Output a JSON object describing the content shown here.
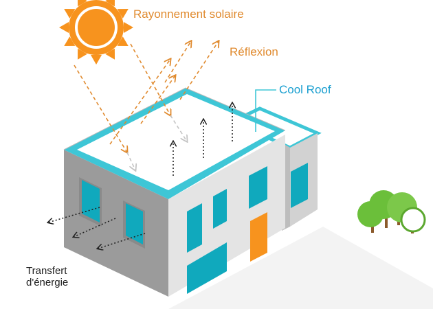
{
  "labels": {
    "solar_radiation": "Rayonnement solaire",
    "reflection": "Réflexion",
    "cool_roof": "Cool Roof",
    "energy_transfer_line1": "Transfert",
    "energy_transfer_line2": "d'énergie"
  },
  "colors": {
    "sun": "#f7931e",
    "arrow_orange": "#e08a2e",
    "arrow_gray": "#c8c8c8",
    "cool_roof_teal": "#3ec6d6",
    "window_teal": "#10a9bd",
    "wall_dark": "#9b9b9b",
    "wall_light": "#e4e4e4",
    "door_orange": "#f7931e",
    "tree_green": "#6bbf3a"
  },
  "icons": [
    "sun-icon",
    "tree-icon"
  ]
}
